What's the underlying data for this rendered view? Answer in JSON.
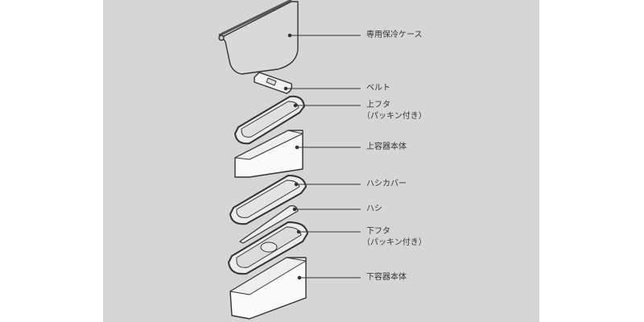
{
  "parts": [
    {
      "label": "専用保冷ケース"
    },
    {
      "label": "ベルト"
    },
    {
      "label": "上フタ",
      "sub": "（パッキン付き）"
    },
    {
      "label": "上容器本体"
    },
    {
      "label": "ハシカバー"
    },
    {
      "label": "ハシ"
    },
    {
      "label": "下フタ",
      "sub": "（パッキン付き）"
    },
    {
      "label": "下容器本体"
    }
  ],
  "colors": {
    "panel": "#d6d6d6",
    "line": "#333333",
    "part_fill": "#f2f2f2"
  }
}
